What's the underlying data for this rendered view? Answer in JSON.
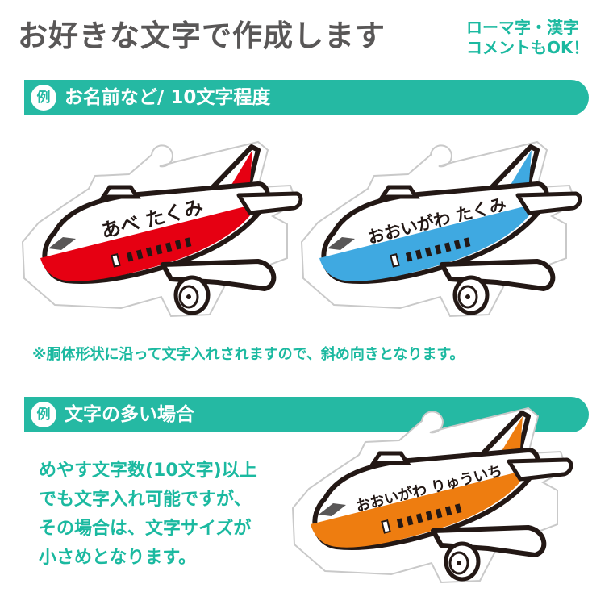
{
  "header": {
    "headline": "お好きな文字で作成します",
    "corner_line1": "ローマ字・漢字",
    "corner_line2": "コメントもOK！"
  },
  "section1": {
    "badge": "例",
    "title": "お名前など/ 10文字程度",
    "plane_red_name": "あべ たくみ",
    "plane_blue_name": "おおいがわ たくみ",
    "note": "※胴体形状に沿って文字入れされますので、斜め向きとなります。"
  },
  "section2": {
    "badge": "例",
    "title": "文字の多い場合",
    "plane_orange_name": "おおいがわ りゅういち",
    "body_lines": [
      "めやす文字数(10文字)以上",
      "でも文字入れ可能ですが、",
      "その場合は、文字サイズが",
      "小さめとなります。"
    ]
  },
  "colors": {
    "accent": "#25b9a3",
    "accent_text": "#1bb9a0",
    "headline_gray": "#595757",
    "plane_red": "#e60012",
    "plane_blue": "#3fa9e1",
    "plane_orange": "#ee7d10"
  }
}
